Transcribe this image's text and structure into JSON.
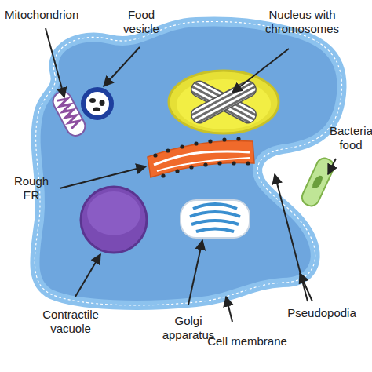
{
  "diagram": {
    "labels": [
      "Mitochondrion",
      "Food vesicle",
      "Nucleus with chromosomes",
      "Bacteria food",
      "Rough ER",
      "Contractile vacuole",
      "Golgi apparatus",
      "Cell membrane",
      "Pseudopodia"
    ]
  }
}
